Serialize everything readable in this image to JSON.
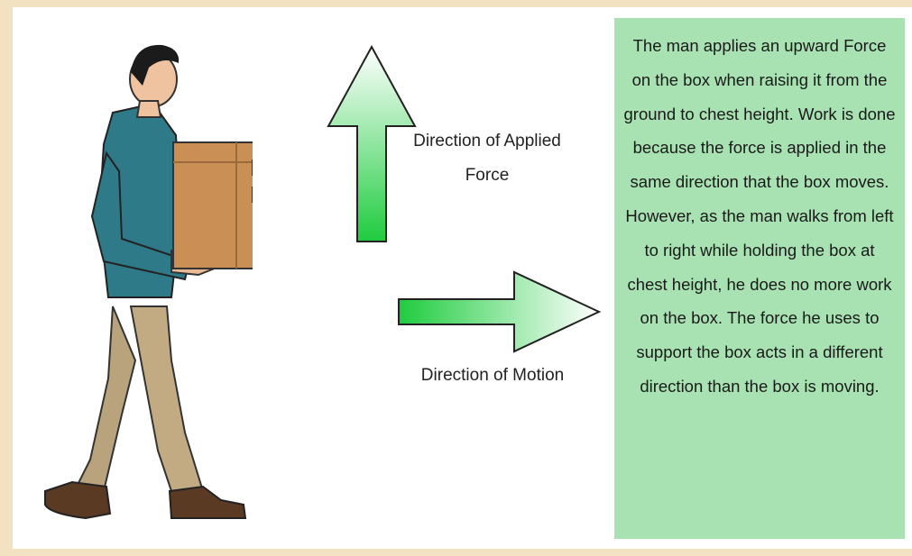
{
  "labels": {
    "force": "Direction of Applied Force",
    "motion": "Direction of Motion"
  },
  "info": {
    "text": "The man applies an upward Force on the box when raising it from the ground to chest height. Work is done because the force is applied in the same direction that the box moves. However, as the man walks from left to right while holding the box at chest height, he does no more work on the box. The force he uses to support the box acts in a different direction than the box is moving."
  },
  "colors": {
    "arrow_green": "#22cc44",
    "info_bg": "#a8e2b2",
    "frame": "#f3e2c1"
  }
}
